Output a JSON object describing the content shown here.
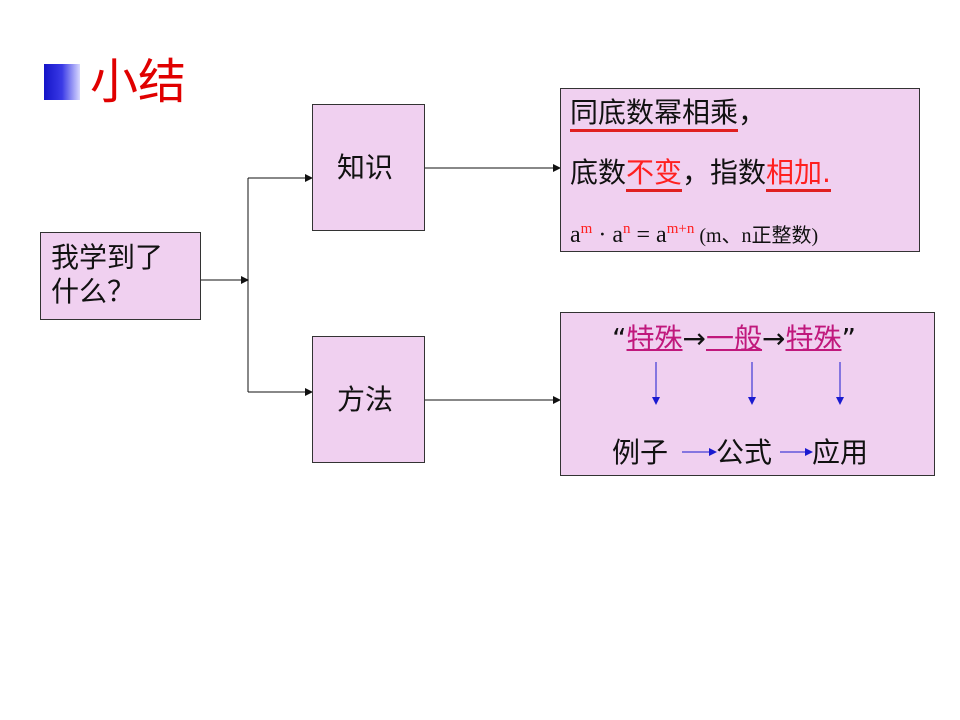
{
  "title": "小结",
  "root": {
    "line1": "我学到了",
    "line2": "什么？"
  },
  "knowledge_label": "知识",
  "method_label": "方法",
  "knowledge": {
    "line1_a": "同底数幂",
    "line1_b": "相乘",
    "line1_c": "，",
    "line2_a": "底数",
    "line2_b": "不变",
    "line2_c": "，指数",
    "line2_d": "相加.",
    "formula": {
      "base1": "a",
      "exp1": "m",
      "dot": " · ",
      "base2": "a",
      "exp2": "n",
      "eq": " =  ",
      "base3": "a",
      "exp3": "m+n",
      "note": " (m、n正整数)"
    }
  },
  "method": {
    "open_quote": "“",
    "step1": "特殊",
    "arrow1": "→",
    "step2": "一般",
    "arrow2": "→",
    "step3": "特殊",
    "close_quote": "”",
    "bottom1": "例子",
    "bottom2": "公式",
    "bottom3": "应用"
  },
  "colors": {
    "box_fill": "#f0d0f0",
    "accent_red": "#ff2020",
    "link_pink": "#c0187c",
    "arrow_blue": "#1a1ad0"
  }
}
